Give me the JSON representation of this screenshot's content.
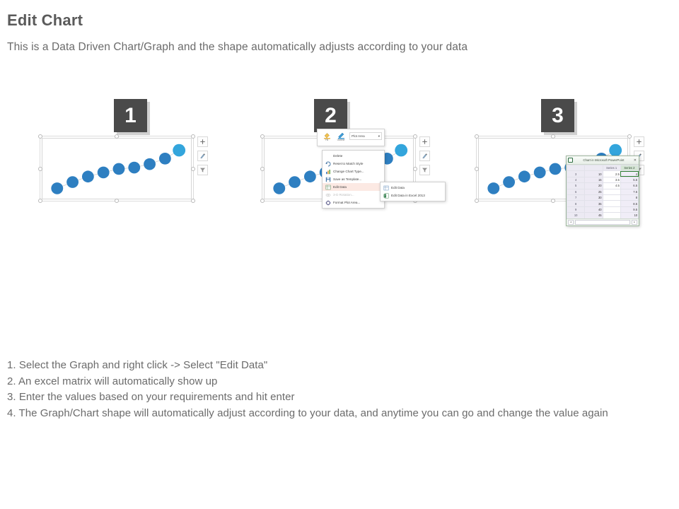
{
  "header": {
    "title": "Edit Chart",
    "subtitle": "This is a Data Driven Chart/Graph and the shape automatically adjusts according to your data"
  },
  "panels": [
    {
      "badge": "1"
    },
    {
      "badge": "2"
    },
    {
      "badge": "3"
    }
  ],
  "chart_tools": {
    "add_element": "+",
    "styles_icon": "brush-icon",
    "filter_icon": "funnel-icon"
  },
  "mini_toolbar": {
    "fill_label": "Fill",
    "outline_label": "Outline",
    "dropdown_value": "Plot Area",
    "dropdown_caret": "▾"
  },
  "context_menu": {
    "items": [
      {
        "label": "Delete",
        "icon": "none",
        "state": "normal",
        "submenu": false
      },
      {
        "label": "Reset to Match Style",
        "icon": "reset-icon",
        "state": "normal",
        "submenu": false
      },
      {
        "label": "Change Chart Type...",
        "icon": "chart-type-icon",
        "state": "normal",
        "submenu": false
      },
      {
        "label": "Save as Template...",
        "icon": "save-template-icon",
        "state": "normal",
        "submenu": false
      },
      {
        "label": "Edit Data",
        "icon": "edit-data-icon",
        "state": "selected",
        "submenu": true
      },
      {
        "label": "3-D Rotation...",
        "icon": "rotation-icon",
        "state": "disabled",
        "submenu": false
      },
      {
        "label": "Format Plot Area...",
        "icon": "format-icon",
        "state": "normal",
        "submenu": false
      }
    ],
    "submenu_arrow": "▸",
    "submenu": [
      {
        "label": "Edit Data",
        "icon": "edit-data-icon"
      },
      {
        "label": "Edit Data in Excel 2013",
        "icon": "excel-icon"
      }
    ]
  },
  "spreadsheet": {
    "window_title": "Chart in Microsoft PowerPoint",
    "close_label": "✕",
    "corner_label": "",
    "headers": [
      "",
      "Series 1",
      "Series 2"
    ],
    "selected_column": "Series 2",
    "row_numbers": [
      "3",
      "4",
      "5",
      "6",
      "7",
      "8",
      "9",
      "10"
    ],
    "rows": [
      {
        "category": "10",
        "series1": "2.5",
        "series2": "4"
      },
      {
        "category": "15",
        "series1": "3.5",
        "series2": "5.5"
      },
      {
        "category": "20",
        "series1": "4.5",
        "series2": "6.5"
      },
      {
        "category": "25",
        "series1": "",
        "series2": "7.5"
      },
      {
        "category": "30",
        "series1": "",
        "series2": "8"
      },
      {
        "category": "35",
        "series1": "",
        "series2": "8.5"
      },
      {
        "category": "40",
        "series1": "",
        "series2": "9.5"
      },
      {
        "category": "45",
        "series1": "",
        "series2": "10"
      }
    ],
    "footer_left_btn": "◂",
    "footer_right_btn": "▸"
  },
  "chart_data": {
    "type": "scatter",
    "title": "",
    "xlabel": "",
    "ylabel": "",
    "series": [
      {
        "name": "Series 2",
        "x": [
          10,
          15,
          20,
          25,
          30,
          35,
          40,
          45,
          50
        ],
        "values": [
          4,
          5.5,
          6.5,
          7.5,
          8,
          8.5,
          9,
          9.5,
          10
        ],
        "marker_color": "#2e7fc1",
        "highlight_color": "#33a5dc",
        "highlight_index": 8
      }
    ],
    "xlim": [
      5,
      55
    ],
    "ylim": [
      3,
      11
    ],
    "grid": false,
    "legend": "none"
  },
  "instructions": [
    "1. Select the Graph and right click -> Select \"Edit Data\"",
    "2. An excel matrix will automatically show up",
    "3. Enter the values based on your requirements and hit enter",
    "4. The Graph/Chart shape will automatically adjust according to your data, and anytime you can go and change the value again"
  ],
  "colors": {
    "badge_bg": "#4a4a4a",
    "bubble": "#2e7fc1",
    "bubble_highlight": "#33a5dc",
    "text": "#6b6b6b",
    "menu_selected": "#fce9e3"
  }
}
